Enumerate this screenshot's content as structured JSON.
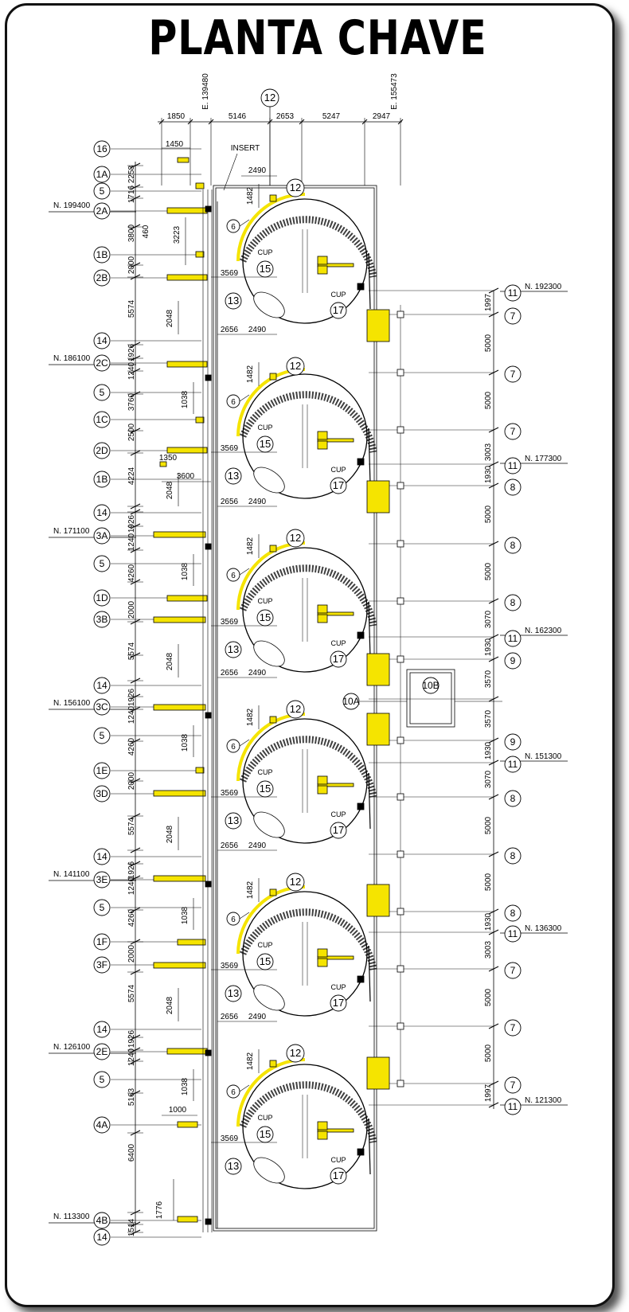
{
  "title": "PLANTA CHAVE",
  "colors": {
    "line": "#000000",
    "yellow": "#f5e400",
    "background": "#ffffff",
    "frame": "#111111"
  },
  "top_dims": [
    "1850",
    "5146",
    "2653",
    "5247",
    "2947"
  ],
  "e_labels": [
    "E. 139480",
    "E. 155473"
  ],
  "insert_label": "INSERT",
  "dim_1450": "1450",
  "dim_2490_top": "2490",
  "dim_1482": "1482",
  "dim_3223": "3223",
  "dim_460": "460",
  "dim_3600": "3600",
  "dim_1000": "1000",
  "dim_1776": "1776",
  "dim_1350": "1350",
  "cup": "CUP",
  "lower": {
    "d2048": "2048",
    "d2656": "2656",
    "d2490": "2490",
    "d1038": "1038",
    "d3569": "3569"
  },
  "left_vdims": [
    "2258",
    "1716",
    "3800",
    "2000",
    "5574",
    "1926",
    "1240",
    "3760",
    "2500",
    "4224",
    "1926",
    "1240",
    "4260",
    "2000",
    "5574",
    "1926",
    "1240",
    "4260",
    "2000",
    "5574",
    "1926",
    "1240",
    "4260",
    "2000",
    "5574",
    "1926",
    "1240",
    "5163",
    "6400",
    "1514"
  ],
  "left_levels": [
    "N. 199400",
    "N. 186100",
    "N. 171100",
    "N. 156100",
    "N. 141100",
    "N. 126100",
    "N. 113300"
  ],
  "left_bubbles": [
    "16",
    "1A",
    "5",
    "2A",
    "1B",
    "2B",
    "14",
    "2C",
    "5",
    "1C",
    "2D",
    "1B",
    "14",
    "3A",
    "5",
    "1D",
    "3B",
    "14",
    "3C",
    "5",
    "1E",
    "3D",
    "14",
    "3E",
    "5",
    "1F",
    "3F",
    "14",
    "2E",
    "5",
    "4A",
    "4B",
    "14"
  ],
  "right_levels": [
    "N. 192300",
    "N. 177300",
    "N. 162300",
    "N. 151300",
    "N. 136300",
    "N. 121300"
  ],
  "right_vdims": [
    "1997",
    "5000",
    "5000",
    "3003",
    "1930",
    "5000",
    "5000",
    "3070",
    "1930",
    "3570",
    "3570",
    "1930",
    "3070",
    "5000",
    "5000",
    "1930",
    "3003",
    "5000",
    "5000",
    "1997"
  ],
  "right_bubbles": [
    "11",
    "7",
    "7",
    "7",
    "11",
    "8",
    "8",
    "8",
    "11",
    "9",
    "10A",
    "10B",
    "9",
    "11",
    "8",
    "8",
    "8",
    "11",
    "7",
    "7",
    "7",
    "11"
  ],
  "tank_bubbles": [
    "12",
    "6",
    "15",
    "17",
    "13"
  ]
}
